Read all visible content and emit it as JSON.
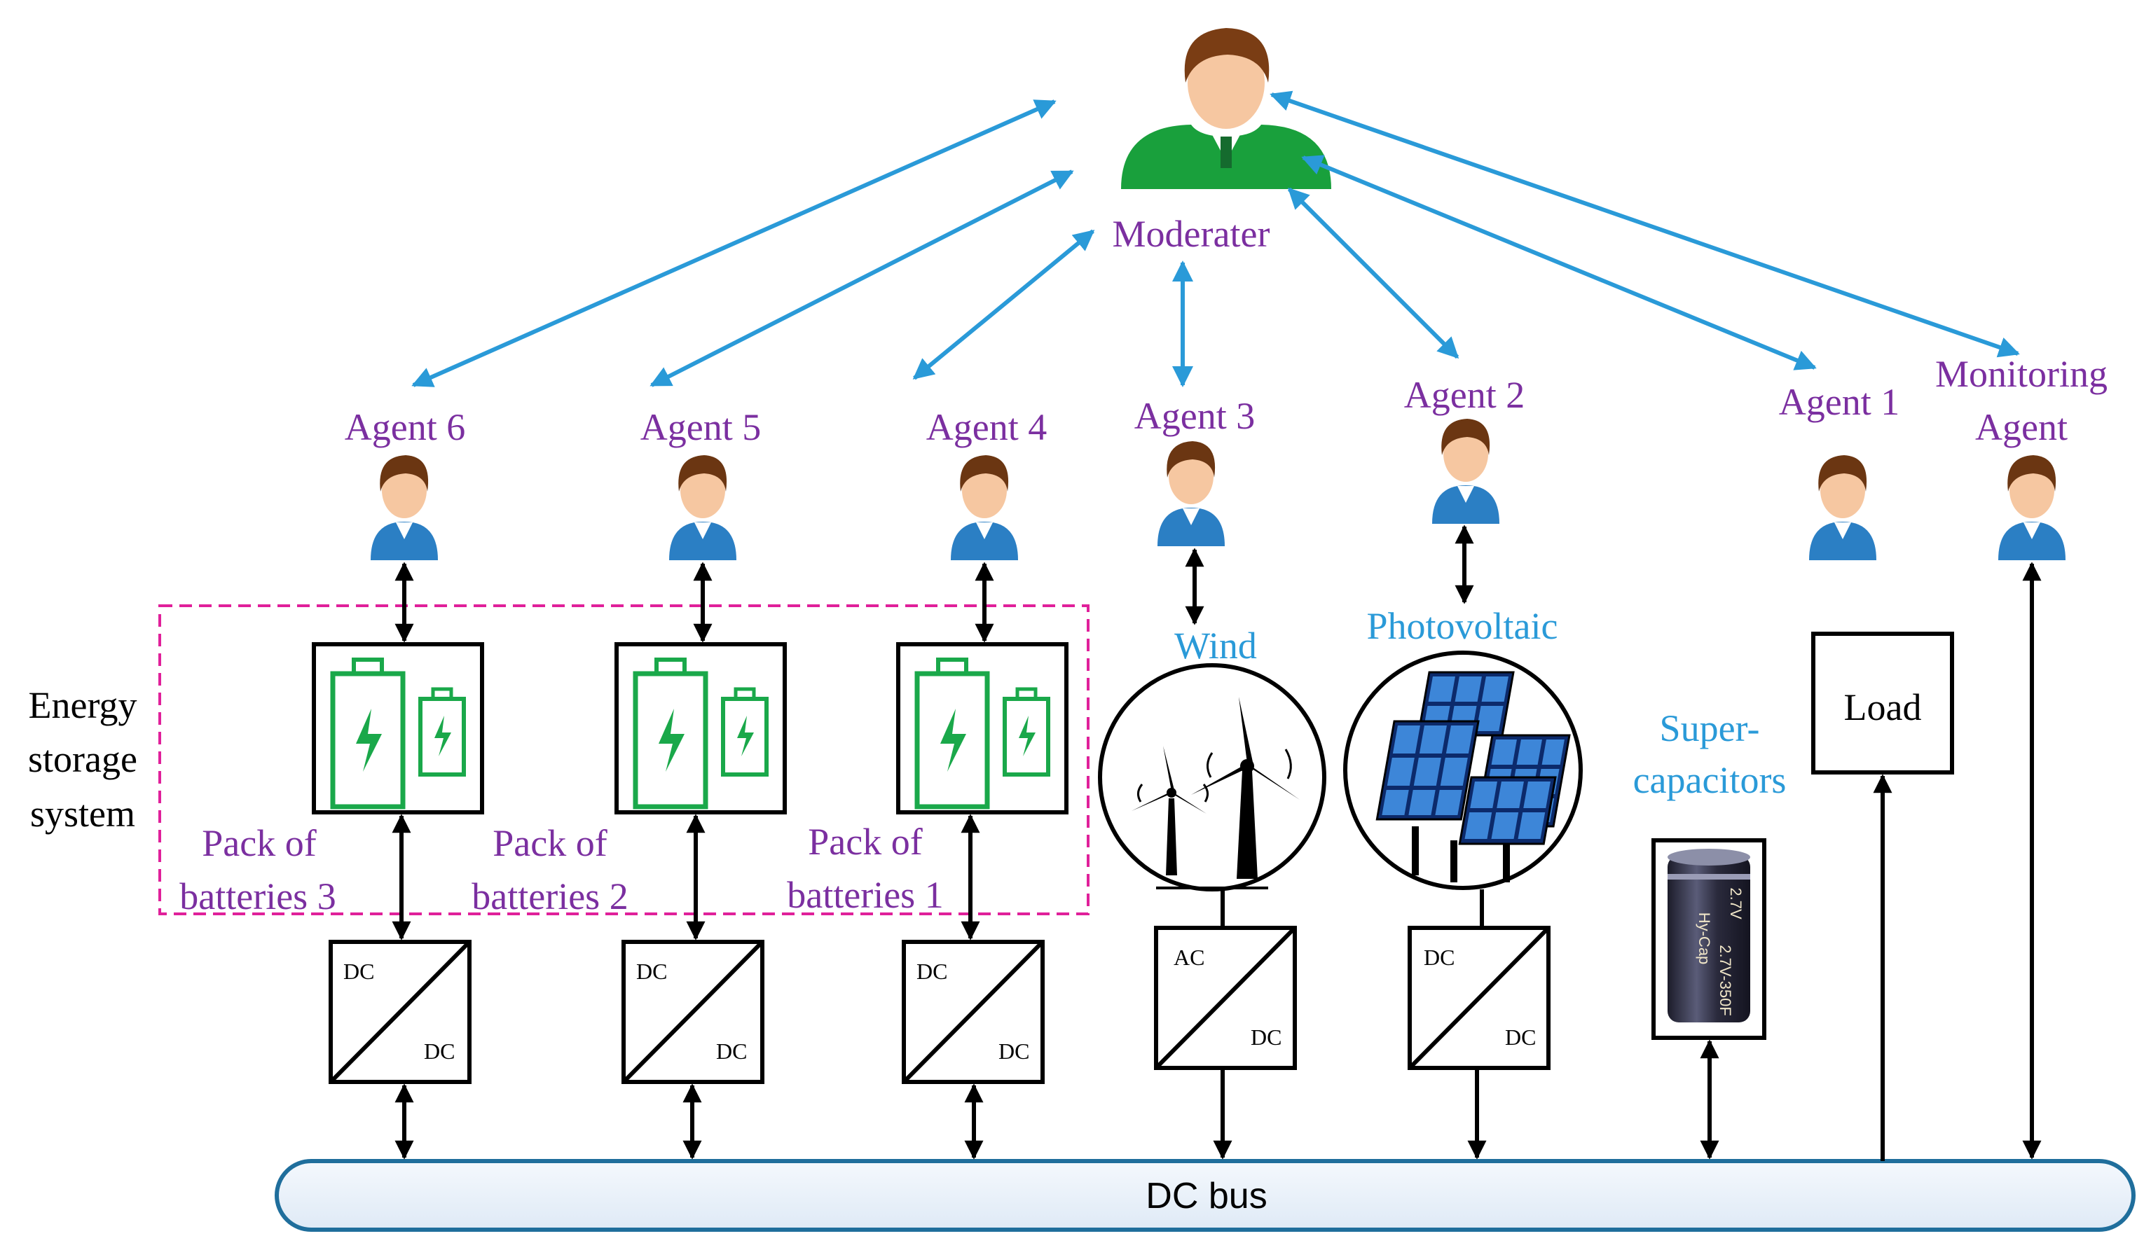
{
  "moderator": {
    "label": "Moderater"
  },
  "agents": [
    {
      "label": "Agent 6"
    },
    {
      "label": "Agent 5"
    },
    {
      "label": "Agent 4"
    },
    {
      "label": "Agent 3"
    },
    {
      "label": "Agent 2"
    },
    {
      "label": "Agent 1"
    }
  ],
  "monitoring_agent": {
    "line1": "Monitoring",
    "line2": "Agent"
  },
  "energy_storage": {
    "line1": "Energy",
    "line2": "storage",
    "line3": "system"
  },
  "battery_packs": [
    {
      "line1": "Pack of",
      "line2": "batteries 3"
    },
    {
      "line1": "Pack of",
      "line2": "batteries 2"
    },
    {
      "line1": "Pack of",
      "line2": "batteries 1"
    }
  ],
  "sources": {
    "wind": "Wind",
    "photovoltaic": "Photovoltaic",
    "supercap_line1": "Super-",
    "supercap_line2": "capacitors",
    "load": "Load"
  },
  "supercap_print": {
    "brand": "Hy-Cap",
    "rating1": "2.7V",
    "rating2": "2.7V-350F"
  },
  "converters": [
    {
      "input": "DC",
      "output": "DC"
    },
    {
      "input": "DC",
      "output": "DC"
    },
    {
      "input": "DC",
      "output": "DC"
    },
    {
      "input": "AC",
      "output": "DC"
    },
    {
      "input": "DC",
      "output": "DC"
    }
  ],
  "bus": {
    "label": "DC bus"
  },
  "colors": {
    "message_arrow": "#2a9ad8",
    "agent_label": "#7b2fa0",
    "source_label": "#2a9ad8",
    "storage_outline": "#e0209a",
    "battery": "#1aa84a",
    "bus_fill": "#e9f2fb",
    "bus_stroke": "#1f6e9c"
  }
}
